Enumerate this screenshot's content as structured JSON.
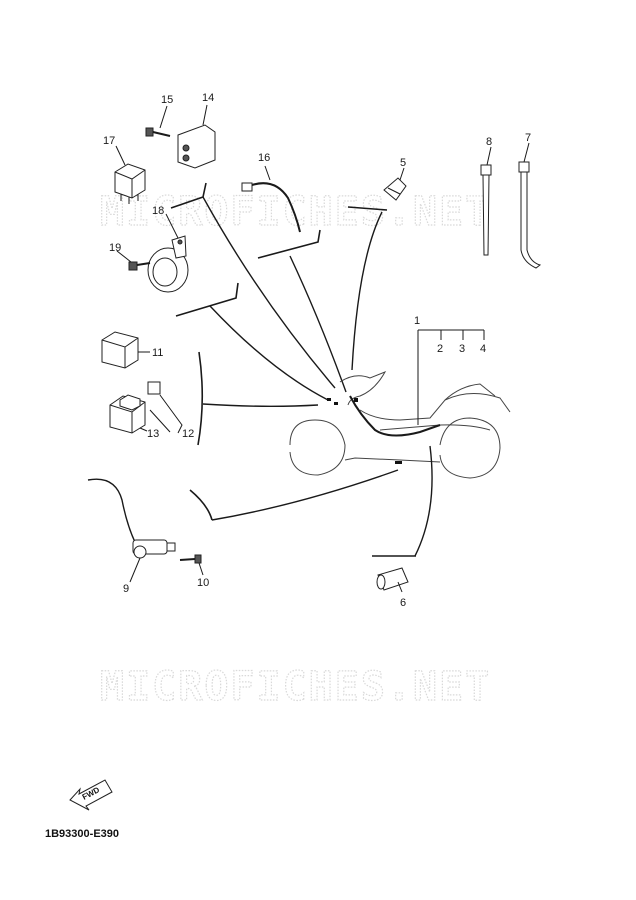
{
  "watermark": "MICROFICHES.NET",
  "diagram_code": "1B93300-E390",
  "fwd_label": "FWD",
  "callouts": {
    "c1": "1",
    "c2": "2",
    "c3": "3",
    "c4": "4",
    "c5": "5",
    "c6": "6",
    "c7": "7",
    "c8": "8",
    "c9": "9",
    "c10": "10",
    "c11": "11",
    "c12": "12",
    "c13": "13",
    "c14": "14",
    "c15": "15",
    "c16": "16",
    "c17": "17",
    "c18": "18",
    "c19": "19"
  }
}
